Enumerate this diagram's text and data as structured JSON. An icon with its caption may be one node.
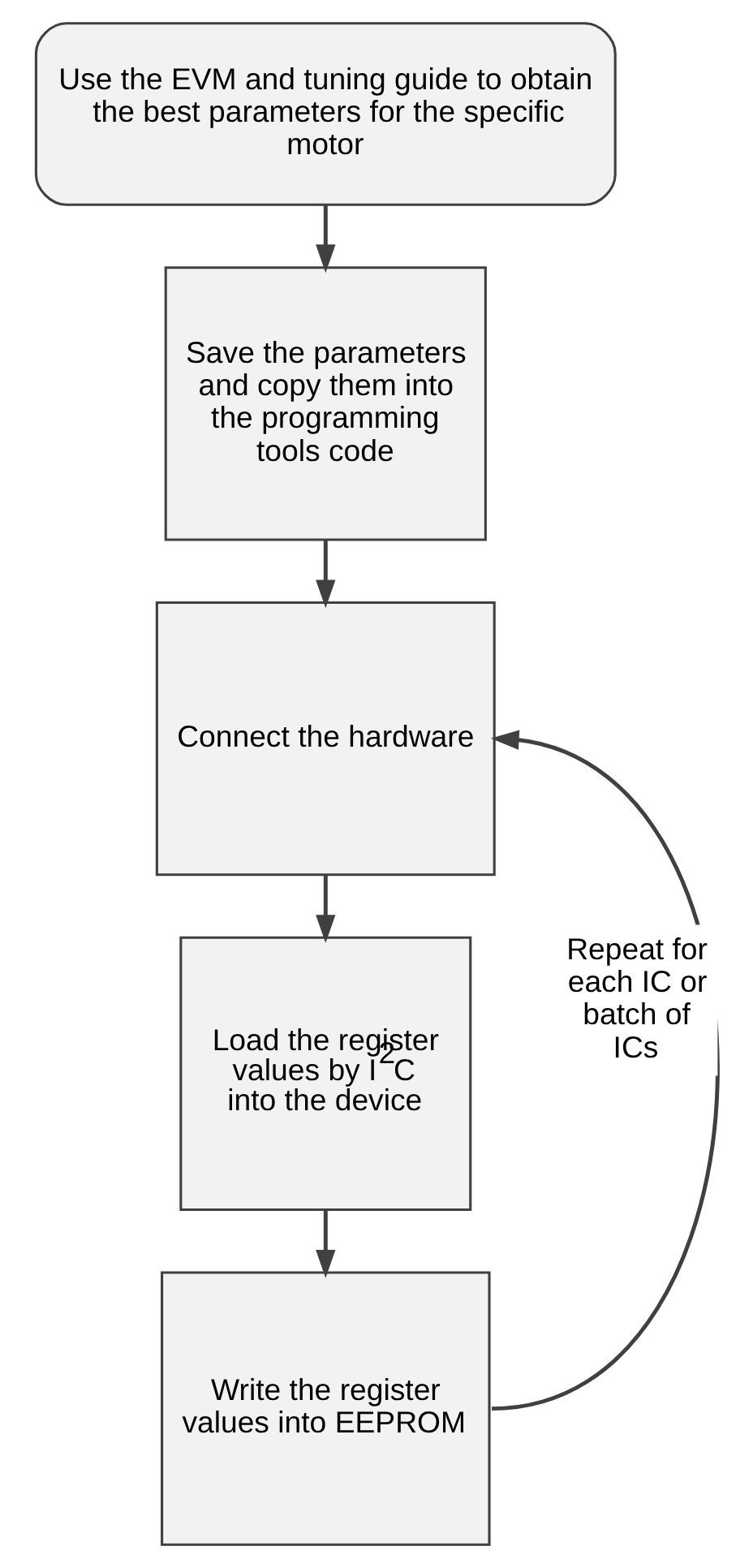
{
  "diagram": {
    "nodes": [
      {
        "text": [
          "Use the EVM and tuning guide to obtain the best parameters for the specific motor"
        ]
      },
      {
        "text": [
          "Save the parameters and copy them into the programming tools code"
        ]
      },
      {
        "text": [
          "Connect the hardware"
        ]
      },
      {
        "text": [
          "Load the register values by I$^{2}$C into the device"
        ]
      },
      {
        "text": [
          "Write the register values into EEPROM"
        ]
      }
    ],
    "edges": [
      {
        "from": 0,
        "to": 1,
        "arrow": "to"
      },
      {
        "from": 1,
        "to": 2,
        "arrow": "to"
      },
      {
        "from": 2,
        "to": 3,
        "arrow": "to"
      },
      {
        "from": 3,
        "to": 4,
        "arrow": "to"
      },
      {
        "from": 4,
        "to": 2,
        "arrow": "to",
        "label": "Repeat for each IC or batch of ICs"
      }
    ]
  }
}
